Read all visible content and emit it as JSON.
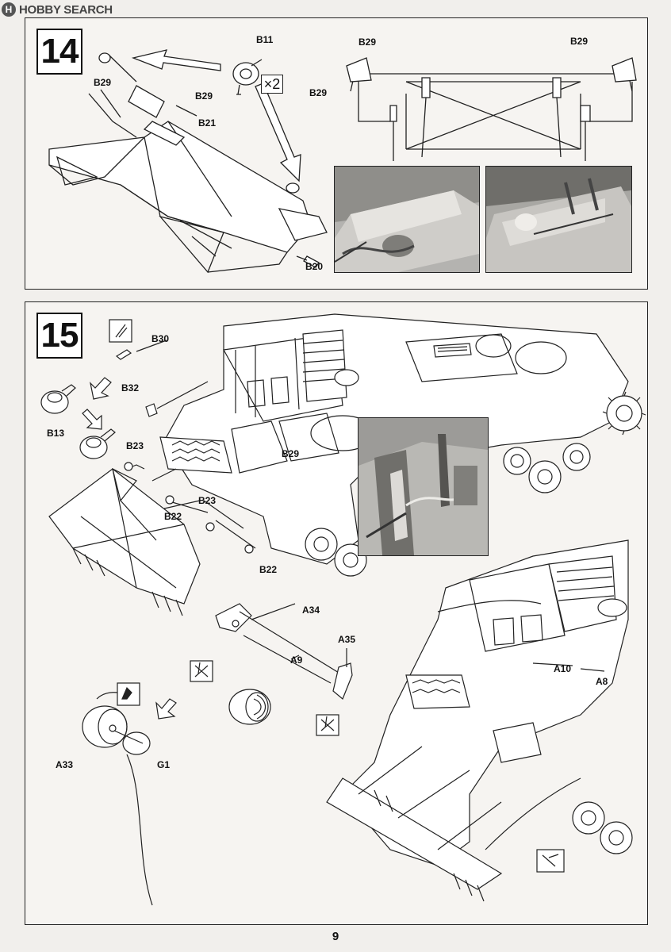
{
  "header": {
    "logo_glyph": "H",
    "logo_text": "HOBBY SEARCH"
  },
  "step14": {
    "number": "14",
    "multiplier": "×2",
    "labels": {
      "b11": "B11",
      "b29_a": "B29",
      "b29_b": "B29",
      "b21": "B21",
      "b20": "B20",
      "b29_c": "B29",
      "b29_d": "B29",
      "b29_e": "B29"
    }
  },
  "step15": {
    "number": "15",
    "labels": {
      "b30": "B30",
      "b32": "B32",
      "b13": "B13",
      "b23_a": "B23",
      "b22_a": "B22",
      "b23_b": "B23",
      "b22_b": "B22",
      "b29": "B29",
      "a34": "A34",
      "a35": "A35",
      "a9": "A9",
      "a33": "A33",
      "g1": "G1",
      "a10": "A10",
      "a8": "A8"
    }
  },
  "page": {
    "number": "9"
  }
}
